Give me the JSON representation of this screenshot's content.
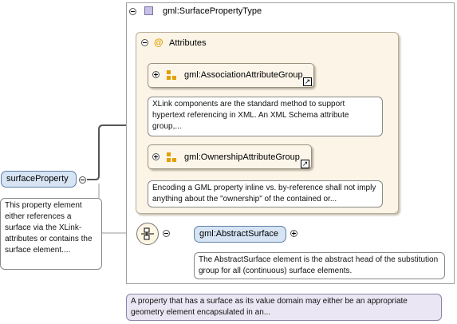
{
  "type_box": {
    "label": "gml:SurfacePropertyType"
  },
  "attributes": {
    "label": "Attributes",
    "at_icon": "@"
  },
  "groups": [
    {
      "label": "gml:AssociationAttributeGroup",
      "doc": "XLink components are the standard method to support hypertext referencing in XML. An XML Schema attribute group,..."
    },
    {
      "label": "gml:OwnershipAttributeGroup",
      "doc": "Encoding a GML property inline vs. by-reference shall not imply anything about the \"ownership\" of the contained or..."
    }
  ],
  "root": {
    "label": "surfaceProperty",
    "doc": "This property element either references a surface via the XLink-attributes or contains the surface element...."
  },
  "abstract_surface": {
    "label": "gml:AbstractSurface",
    "doc": "The AbstractSurface element is the abstract head of the substitution group for all (continuous) surface elements."
  },
  "type_doc": "A property that has a surface as its value domain may either be an appropriate geometry element encapsulated in an...",
  "colors": {
    "node_fill": "#d6e4f4",
    "attr_fill": "#fcf4e6",
    "type_icon": "#c9c0e6",
    "type_doc_fill": "#eae6f4",
    "group_icon": "#e0a000"
  },
  "icons": [
    "collapse-icon",
    "expand-icon",
    "type-icon",
    "attribute-at-icon",
    "attribute-group-icon",
    "reference-link-icon",
    "sequence-compositor-icon"
  ]
}
